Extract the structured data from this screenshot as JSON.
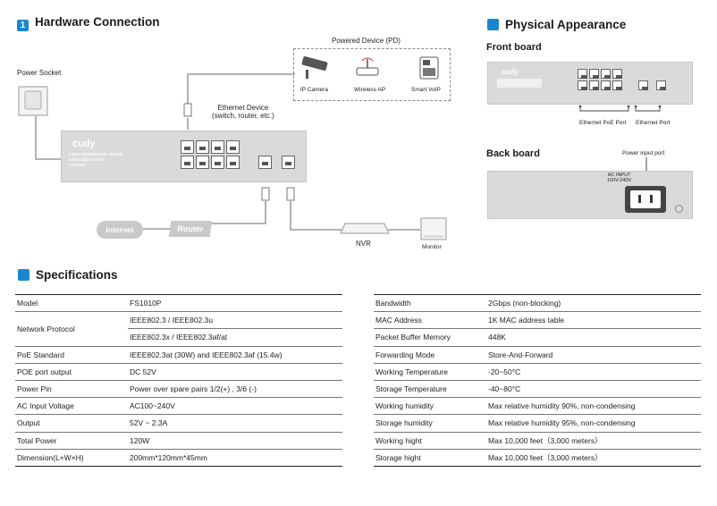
{
  "hardware": {
    "badge": "1",
    "title": "Hardware Connection",
    "power_socket": "Power Socket",
    "powered_device": "Powered Device (PD)",
    "pd_items": [
      "IP Camera",
      "Wireless AP",
      "Smart VoIP"
    ],
    "ethernet_device": "Ethernet Device",
    "ethernet_device_sub": "(switch, router, etc.)",
    "switch_brand": "cudy",
    "switch_desc_line1": "8-Port 10/100M PoE+ Switch",
    "switch_desc_line2": "with 2 Uplink Ports",
    "switch_model": "FS1010P",
    "internet": "Internet",
    "router": "Router",
    "nvr": "NVR",
    "monitor": "Monitor"
  },
  "physical": {
    "title": "Physical Appearance",
    "front_board": "Front board",
    "front_brand": "cudy",
    "ethernet_poe_port": "Ethernet PoE Port",
    "ethernet_port": "Ethernet Port",
    "back_board": "Back board",
    "power_input_port": "Power input port",
    "ac_input_line1": "AC INPUT",
    "ac_input_line2": "100V-240V"
  },
  "specs": {
    "title": "Specifications",
    "left_rows": [
      {
        "label": "Model",
        "value": "FS1010P"
      },
      {
        "label": "Network Protocol",
        "value": "IEEE802.3 / IEEE802.3u"
      },
      {
        "label": "",
        "value": "IEEE802.3x / IEEE802.3af/at"
      },
      {
        "label": "PoE Standard",
        "value": "IEEE802.3at (30W) and IEEE802.3af (15.4w)"
      },
      {
        "label": "POE port output",
        "value": "DC 52V"
      },
      {
        "label": "Power Pin",
        "value": "Power over spare pairs 1/2(+) , 3/6 (-)"
      },
      {
        "label": "AC Input Voltage",
        "value": "AC100~240V"
      },
      {
        "label": "Output",
        "value": "52V ~ 2.3A"
      },
      {
        "label": "Total Power",
        "value": "120W"
      },
      {
        "label": "Dimension(L×W×H)",
        "value": "200mm*120mm*45mm"
      }
    ],
    "right_rows": [
      {
        "label": "Bandwidth",
        "value": "2Gbps (non-blocking)"
      },
      {
        "label": "MAC Address",
        "value": "1K MAC address table"
      },
      {
        "label": "Packet Buffer Memory",
        "value": "448K"
      },
      {
        "label": "Forwarding Mode",
        "value": "Store-And-Forward"
      },
      {
        "label": "Working Temperature",
        "value": "-20~50°C"
      },
      {
        "label": "Storage Temperature",
        "value": "-40~80°C"
      },
      {
        "label": "Working humidity",
        "value": "Max relative humidity 90%, non-condensing"
      },
      {
        "label": "Storage humidity",
        "value": "Max relative humidity 95%, non-condensing"
      },
      {
        "label": "Working hight",
        "value": "Max 10,000 feet（3,000 meters）"
      },
      {
        "label": "Storage hight",
        "value": "Max 10,000 feet（3,000 meters）"
      }
    ]
  },
  "colors": {
    "accent": "#1a86d0",
    "device_gray": "#d9dadc"
  }
}
